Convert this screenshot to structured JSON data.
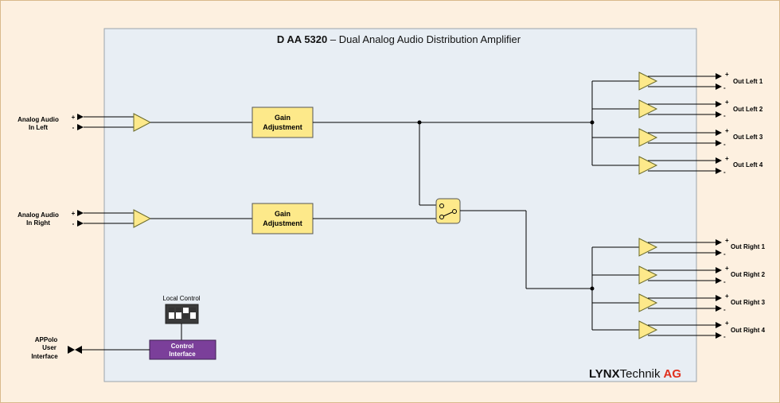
{
  "title": {
    "model": "D AA 5320",
    "separator": " – ",
    "description": "Dual Analog Audio Distribution Amplifier"
  },
  "inputs": [
    {
      "line1": "Analog Audio",
      "line2": "In Left",
      "plus": "+",
      "minus": "-"
    },
    {
      "line1": "Analog Audio",
      "line2": "In Right",
      "plus": "+",
      "minus": "-"
    }
  ],
  "gain_blocks": [
    {
      "line1": "Gain",
      "line2": "Adjustment"
    },
    {
      "line1": "Gain",
      "line2": "Adjustment"
    }
  ],
  "outputs_left": [
    {
      "label": "Out Left 1",
      "plus": "+",
      "minus": "-"
    },
    {
      "label": "Out Left 2",
      "plus": "+",
      "minus": "-"
    },
    {
      "label": "Out Left 3",
      "plus": "+",
      "minus": "-"
    },
    {
      "label": "Out Left 4",
      "plus": "+",
      "minus": "-"
    }
  ],
  "outputs_right": [
    {
      "label": "Out Right 1",
      "plus": "+",
      "minus": "-"
    },
    {
      "label": "Out Right 2",
      "plus": "+",
      "minus": "-"
    },
    {
      "label": "Out Right 3",
      "plus": "+",
      "minus": "-"
    },
    {
      "label": "Out Right 4",
      "plus": "+",
      "minus": "-"
    }
  ],
  "local_control": {
    "label": "Local Control"
  },
  "control_interface": {
    "line1": "Control",
    "line2": "Interface"
  },
  "appolo": {
    "line1": "APPolo",
    "line2": "User",
    "line3": "Interface"
  },
  "brand": {
    "part1": "LYNX",
    "part2": "Technik",
    "part3": "AG"
  },
  "colors": {
    "page_bg": "#fdf0e0",
    "panel_bg": "#e8eef4",
    "amp_fill": "#fde98a",
    "gain_fill": "#fde98a",
    "control_fill": "#7b3f9a",
    "brand_accent": "#e0301e"
  },
  "icons": {
    "amplifier": "triangle-amplifier-icon",
    "switch": "switch-icon",
    "dip_switch": "dip-switch-icon",
    "connector": "arrow-connector-icon"
  }
}
